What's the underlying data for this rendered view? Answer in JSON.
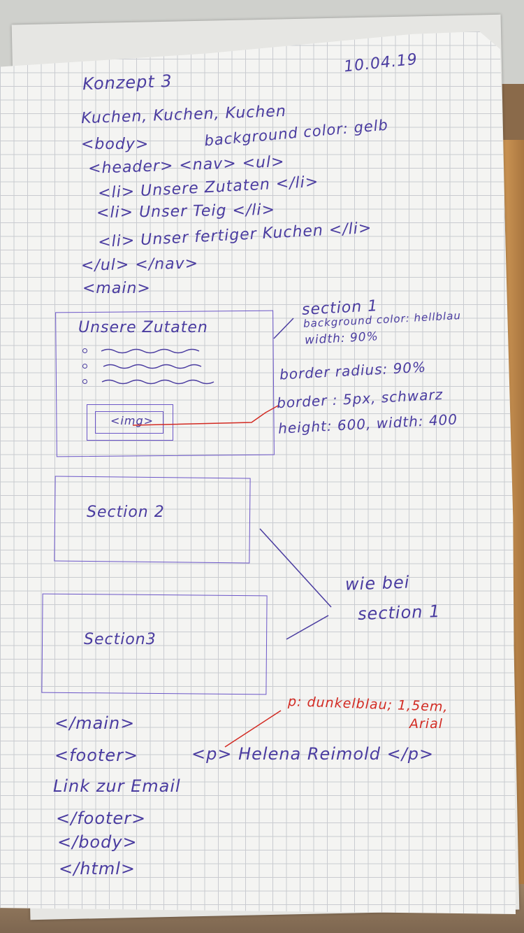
{
  "header": {
    "title": "Konzept 3",
    "date": "10.04.19"
  },
  "code_lines": [
    "Kuchen, Kuchen, Kuchen",
    "<body>",
    "background color: gelb",
    "<header> <nav> <ul>",
    "<li> Unsere Zutaten </li>",
    "<li> Unser Teig </li>",
    "<li> Unser fertiger Kuchen </li>",
    "</ul> </nav>",
    "<main>"
  ],
  "section1": {
    "title": "Unsere Zutaten",
    "img_label": "<img>",
    "note_title": "section 1",
    "note_bg": "background color: hellblau",
    "note_width": "width: 90%",
    "note_radius": "border radius: 90%",
    "note_border": "border : 5px, schwarz",
    "note_size": "height: 600, width: 400"
  },
  "section2": {
    "label": "Section 2"
  },
  "section3": {
    "label": "Section3"
  },
  "same_note": {
    "line1": "wie bei",
    "line2": "section 1"
  },
  "footer_lines": [
    "</main>",
    "<footer>",
    "<p> Helena Reimold </p>",
    "Link zur Email",
    "</footer>",
    "</body>",
    "</html>"
  ],
  "p_note": {
    "line1": "p: dunkelblau; 1,5em,",
    "line2": "Arial"
  },
  "colors": {
    "ink": "#4a3ca0",
    "red_ink": "#d22a22",
    "grid": "#c9cbd0"
  }
}
